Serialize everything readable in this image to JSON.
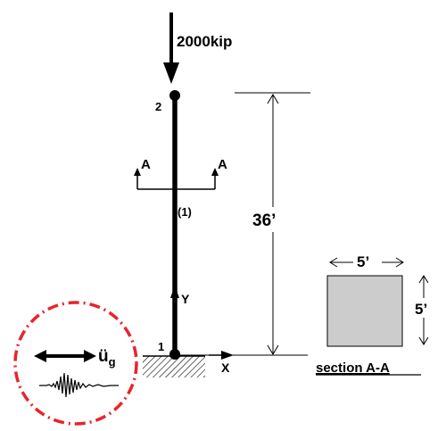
{
  "load": {
    "label": "2000kip"
  },
  "nodes": {
    "top": "2",
    "bottom": "1"
  },
  "member": {
    "label": "(1)"
  },
  "section_marks": {
    "left": "A",
    "right": "A"
  },
  "dimension": {
    "height": "36’"
  },
  "axes": {
    "y": "Y",
    "x": "X"
  },
  "ground_motion": {
    "symbol": "ü",
    "subscript": "g"
  },
  "section": {
    "width": "5’",
    "depth": "5’",
    "caption": "section A-A",
    "fill_color": "#cccccc"
  },
  "colors": {
    "accent_circle": "#e8242a",
    "ink": "#000000"
  }
}
